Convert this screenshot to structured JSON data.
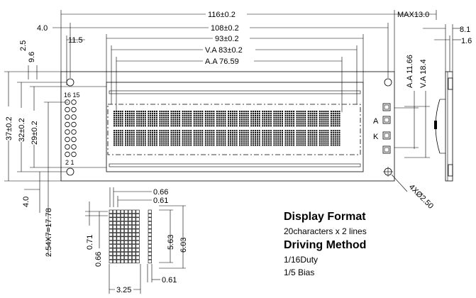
{
  "dims": {
    "overall_width": "116±0.2",
    "max_thickness": "MAX13.0",
    "hole_offset": "4.0",
    "hole_pitch_w": "108±0.2",
    "pin_offset": "11.5",
    "bezel_w": "93±0.2",
    "va_w": "V.A 83±0.2",
    "aa_w": "A.A 76.59",
    "top_2_5": "2.5",
    "top_9_6": "9.6",
    "side_8_1": "8.1",
    "side_1_6": "1.6",
    "aa_h": "A.A 11.66",
    "va_h": "V.A 18.4",
    "overall_h": "37±0.2",
    "hole_pitch_h": "32±0.2",
    "bezel_h": "29±0.2",
    "bottom_4_0": "4.0",
    "pin_pitch": "2.54X7=17.78",
    "holes": "4XØ2.50",
    "pin_16_15": "16 15",
    "pin_2_1": "2  1",
    "label_a": "A",
    "label_k": "K",
    "dot_066_top": "0.66",
    "dot_061_top": "0.61",
    "dot_071": "0.71",
    "dot_066_left": "0.66",
    "dot_563": "5.63",
    "dot_603": "6.03",
    "dot_061_bottom": "0.61",
    "dot_325": "3.25"
  },
  "info": {
    "display_format_title": "Display Format",
    "display_format_value": "20characters x 2 lines",
    "driving_method_title": "Driving Method",
    "duty": "1/16Duty",
    "bias": "1/5   Bias"
  },
  "display": {
    "rows": 2,
    "chars_per_row": 20,
    "char_cols": 5,
    "char_rows": 8
  }
}
